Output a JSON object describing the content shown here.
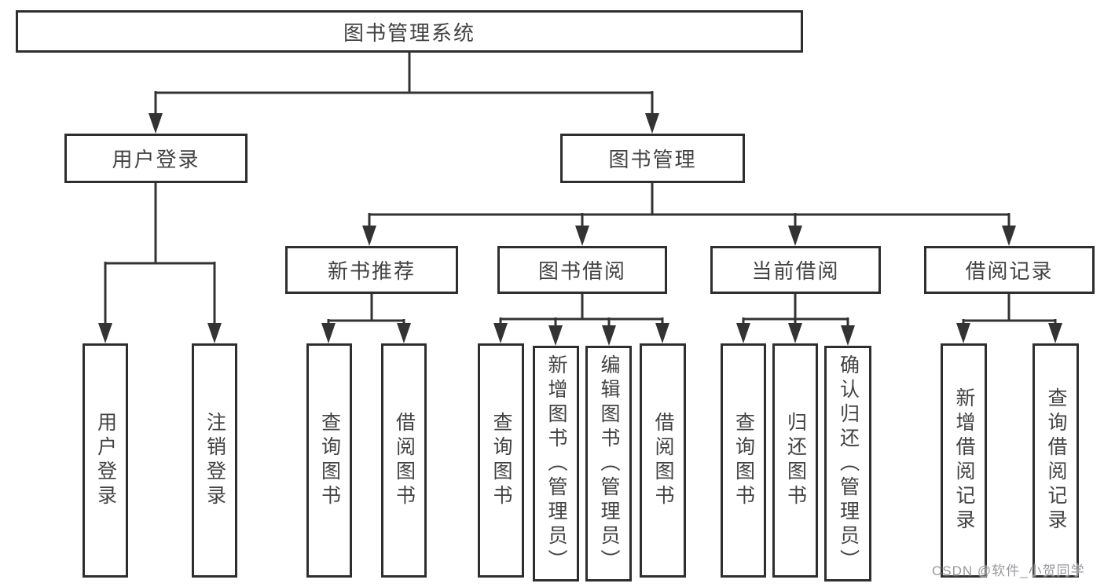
{
  "nodes": {
    "root": {
      "label": "图书管理系统"
    },
    "user_login": {
      "label": "用户登录"
    },
    "book_mgmt": {
      "label": "图书管理"
    },
    "new_book": {
      "label": "新书推荐"
    },
    "book_borrow": {
      "label": "图书借阅"
    },
    "current_borrow": {
      "label": "当前借阅"
    },
    "borrow_record": {
      "label": "借阅记录"
    },
    "leaf_user_login": {
      "label": "用户登录"
    },
    "leaf_logout": {
      "label": "注销登录"
    },
    "leaf_nb_query": {
      "label": "查询图书"
    },
    "leaf_nb_borrow": {
      "label": "借阅图书"
    },
    "leaf_bb_query": {
      "label": "查询图书"
    },
    "leaf_bb_add": {
      "label": "新增图书（管理员）"
    },
    "leaf_bb_edit": {
      "label": "编辑图书（管理员）"
    },
    "leaf_bb_borrow": {
      "label": "借阅图书"
    },
    "leaf_cb_query": {
      "label": "查询图书"
    },
    "leaf_cb_return": {
      "label": "归还图书"
    },
    "leaf_cb_confirm": {
      "label": "确认归还（管理员）"
    },
    "leaf_br_add": {
      "label": "新增借阅记录"
    },
    "leaf_br_query": {
      "label": "查询借阅记录"
    }
  },
  "watermark": {
    "text": "CSDN @软件_小贺同学"
  },
  "colors": {
    "line": "#333333",
    "border": "#2e2e2e",
    "text": "#424242",
    "watermark": "#98999d",
    "background": "#ffffff"
  }
}
